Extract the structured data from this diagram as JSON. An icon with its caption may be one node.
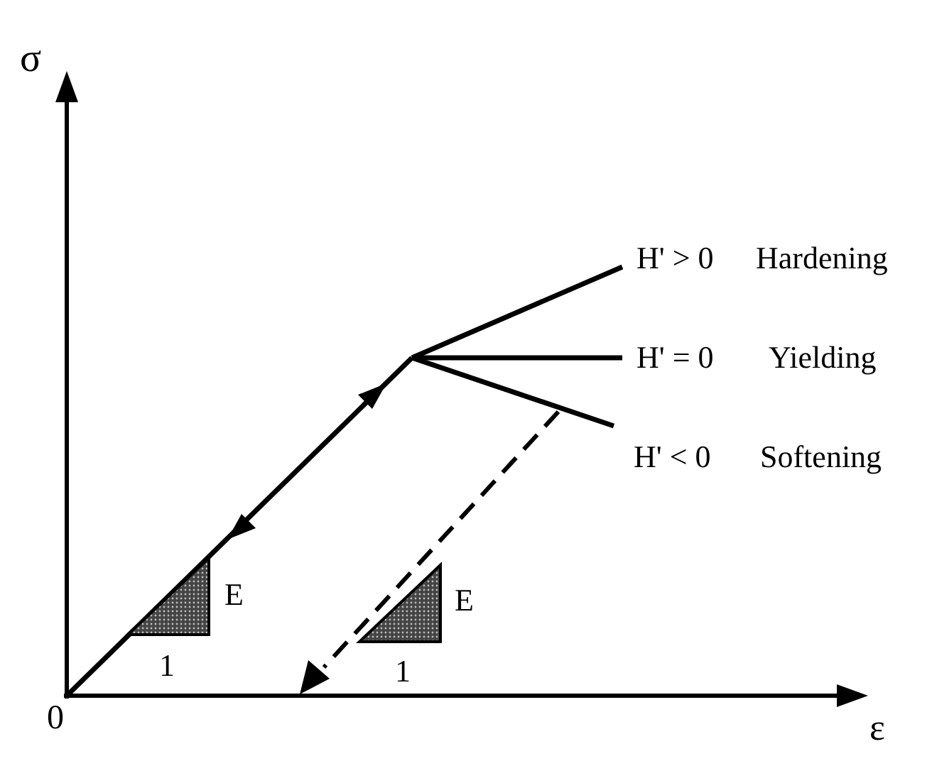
{
  "diagram": {
    "labels": [
      "σ",
      "H' > 0",
      "Hardening",
      "H' = 0",
      "Yielding",
      "H' < 0",
      "Softening",
      "E",
      "E",
      "1",
      "1",
      "0",
      "ε"
    ]
  }
}
